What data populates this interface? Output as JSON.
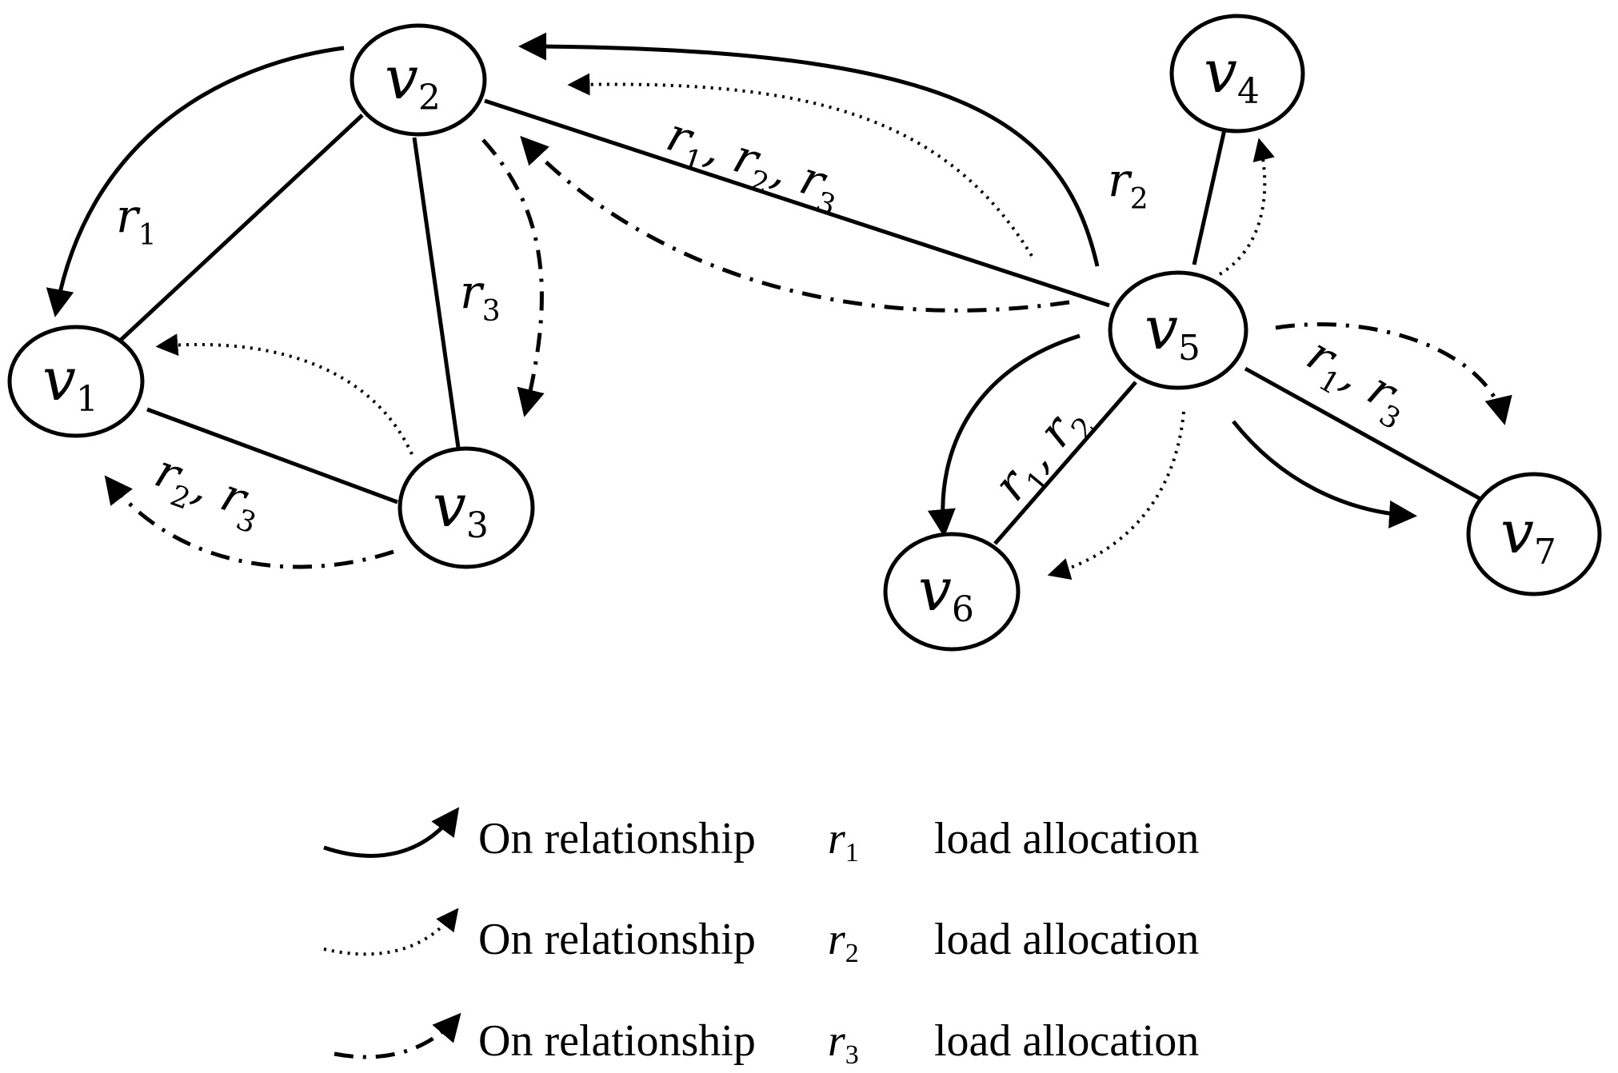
{
  "nodes": [
    {
      "id": "v1",
      "var": "v",
      "sub": "1"
    },
    {
      "id": "v2",
      "var": "v",
      "sub": "2"
    },
    {
      "id": "v3",
      "var": "v",
      "sub": "3"
    },
    {
      "id": "v4",
      "var": "v",
      "sub": "4"
    },
    {
      "id": "v5",
      "var": "v",
      "sub": "5"
    },
    {
      "id": "v6",
      "var": "v",
      "sub": "6"
    },
    {
      "id": "v7",
      "var": "v",
      "sub": "7"
    }
  ],
  "edges": [
    {
      "from": "v1",
      "to": "v2"
    },
    {
      "from": "v1",
      "to": "v3"
    },
    {
      "from": "v2",
      "to": "v3"
    },
    {
      "from": "v2",
      "to": "v5"
    },
    {
      "from": "v5",
      "to": "v4"
    },
    {
      "from": "v5",
      "to": "v6"
    },
    {
      "from": "v5",
      "to": "v7"
    }
  ],
  "flows": [
    {
      "relationship": "r1",
      "from": "v2",
      "to": "v1"
    },
    {
      "relationship": "r2",
      "from": "v3",
      "to": "v1"
    },
    {
      "relationship": "r3",
      "from": "v3",
      "to": "v1"
    },
    {
      "relationship": "r3",
      "from": "v2",
      "to": "v3"
    },
    {
      "relationship": "r1",
      "from": "v5",
      "to": "v2"
    },
    {
      "relationship": "r2",
      "from": "v5",
      "to": "v2"
    },
    {
      "relationship": "r3",
      "from": "v5",
      "to": "v2"
    },
    {
      "relationship": "r2",
      "from": "v5",
      "to": "v4"
    },
    {
      "relationship": "r1",
      "from": "v5",
      "to": "v6"
    },
    {
      "relationship": "r2",
      "from": "v5",
      "to": "v6"
    },
    {
      "relationship": "r1",
      "from": "v5",
      "to": "v7"
    },
    {
      "relationship": "r3",
      "from": "v5",
      "to": "v7"
    }
  ],
  "edge_labels": {
    "v2_v1": [
      {
        "var": "r",
        "sub": "1"
      }
    ],
    "v1_v3": [
      {
        "var": "r",
        "sub": "2"
      },
      {
        "var": "r",
        "sub": "3"
      }
    ],
    "v2_v3": [
      {
        "var": "r",
        "sub": "3"
      }
    ],
    "v2_v5": [
      {
        "var": "r",
        "sub": "1"
      },
      {
        "var": "r",
        "sub": "2"
      },
      {
        "var": "r",
        "sub": "3"
      }
    ],
    "v5_v4": [
      {
        "var": "r",
        "sub": "2"
      }
    ],
    "v5_v6": [
      {
        "var": "r",
        "sub": "1"
      },
      {
        "var": "r",
        "sub": "2"
      }
    ],
    "v5_v7": [
      {
        "var": "r",
        "sub": "1"
      },
      {
        "var": "r",
        "sub": "3"
      }
    ]
  },
  "legend": [
    {
      "style": "solid",
      "prefix": "On relationship",
      "var": "r",
      "sub": "1",
      "suffix": "load allocation"
    },
    {
      "style": "dotted",
      "prefix": "On relationship",
      "var": "r",
      "sub": "2",
      "suffix": "load allocation"
    },
    {
      "style": "dash-dot",
      "prefix": "On relationship",
      "var": "r",
      "sub": "3",
      "suffix": "load allocation"
    }
  ]
}
